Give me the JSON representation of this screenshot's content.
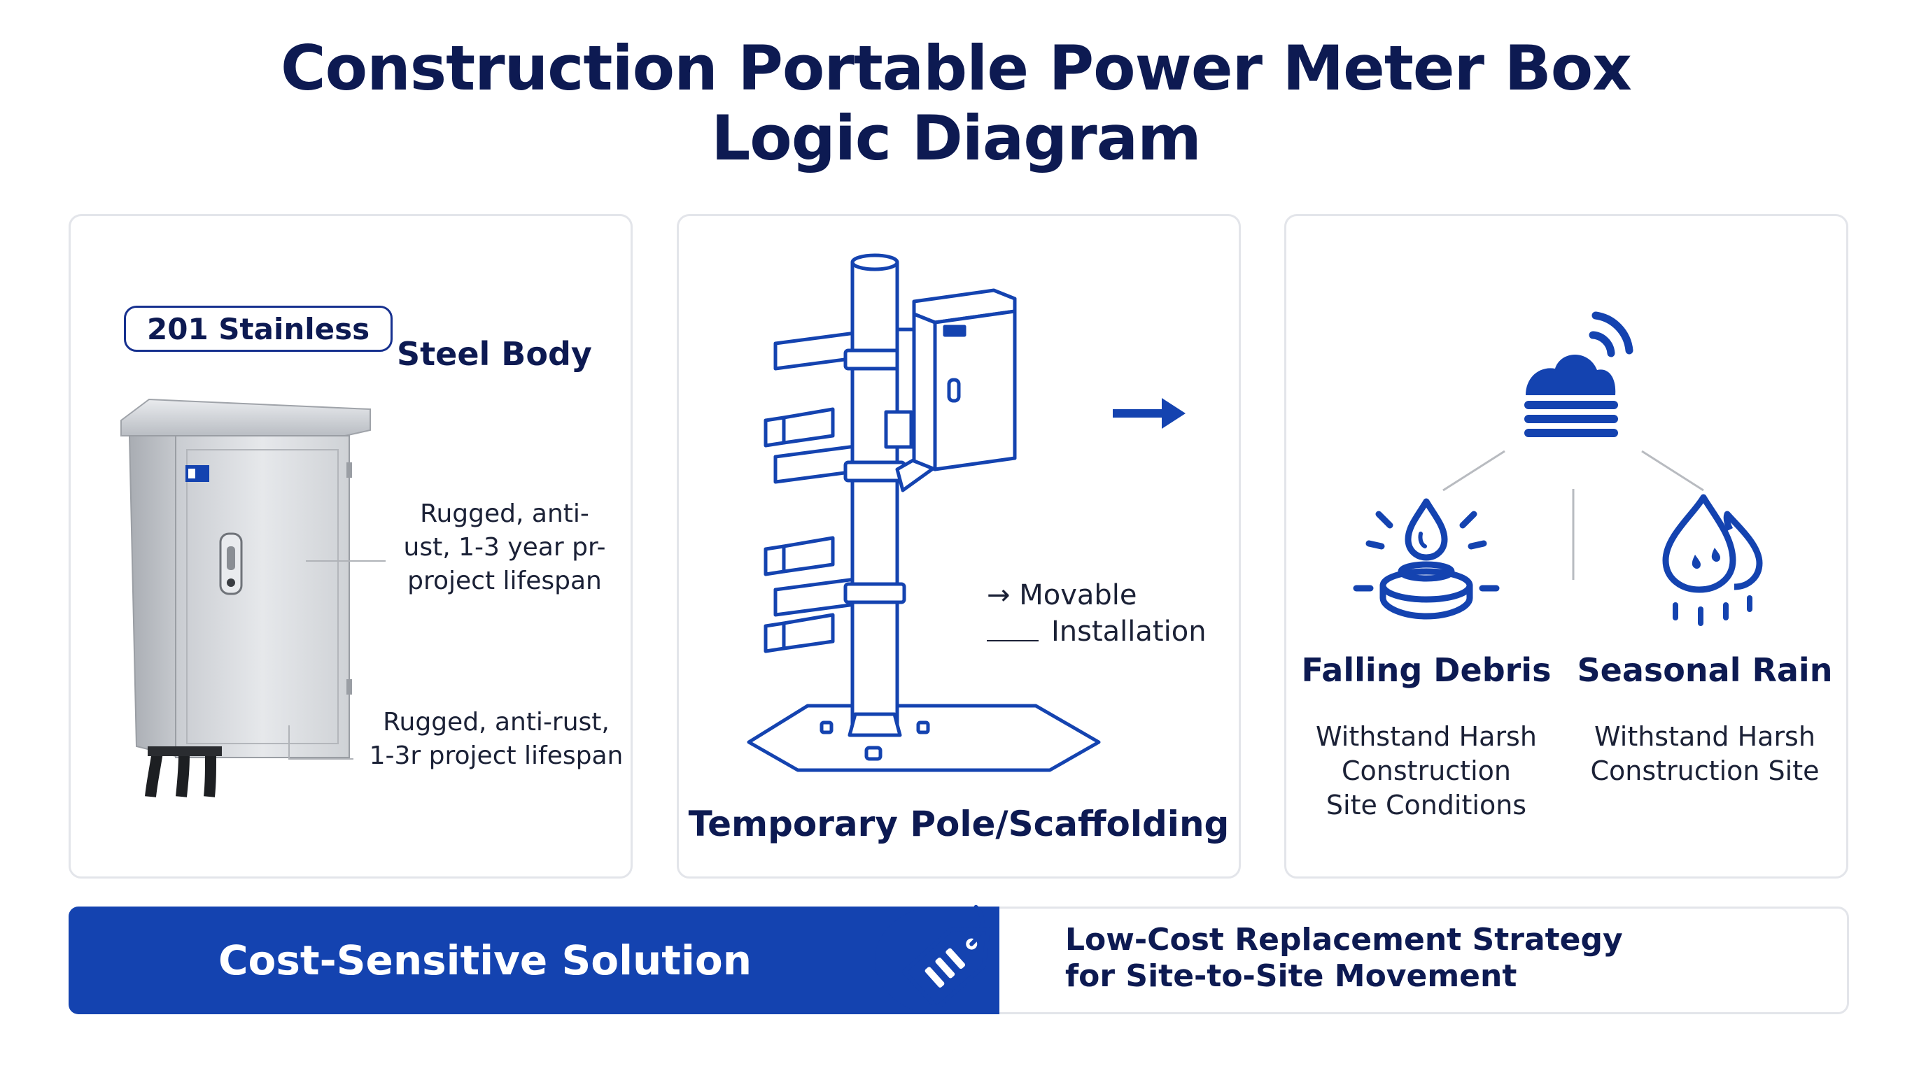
{
  "title": {
    "line1": "Construction Portable Power Meter Box",
    "line2": "Logic Diagram"
  },
  "panel_body": {
    "material_badge": "201 Stainless",
    "material_label": "Steel Body",
    "callout_top": [
      "Rugged, anti-",
      "ust, 1-3 year pr-",
      "project lifespan"
    ],
    "callout_bottom": [
      "Rugged, anti-rust,",
      "1-3r project lifespan"
    ]
  },
  "panel_install": {
    "arrow_label": [
      "→  Movable",
      "Installation"
    ],
    "caption": "Temporary Pole/Scaffolding"
  },
  "panel_protection": {
    "items": [
      {
        "title": "Falling Debris",
        "desc": [
          "Withstand Harsh",
          "Construction",
          "Site Conditions"
        ]
      },
      {
        "title": "Seasonal Rain",
        "desc": [
          "Withstand Harsh",
          "Construction Site"
        ]
      }
    ]
  },
  "cost": {
    "label": "Cost-Sensitive Solution",
    "desc": [
      "Low-Cost Replacement Strategy",
      "for Site-to-Site Movement"
    ]
  },
  "colors": {
    "navy": "#0d1a52",
    "blue": "#1443b0",
    "border": "#e3e5ea"
  }
}
